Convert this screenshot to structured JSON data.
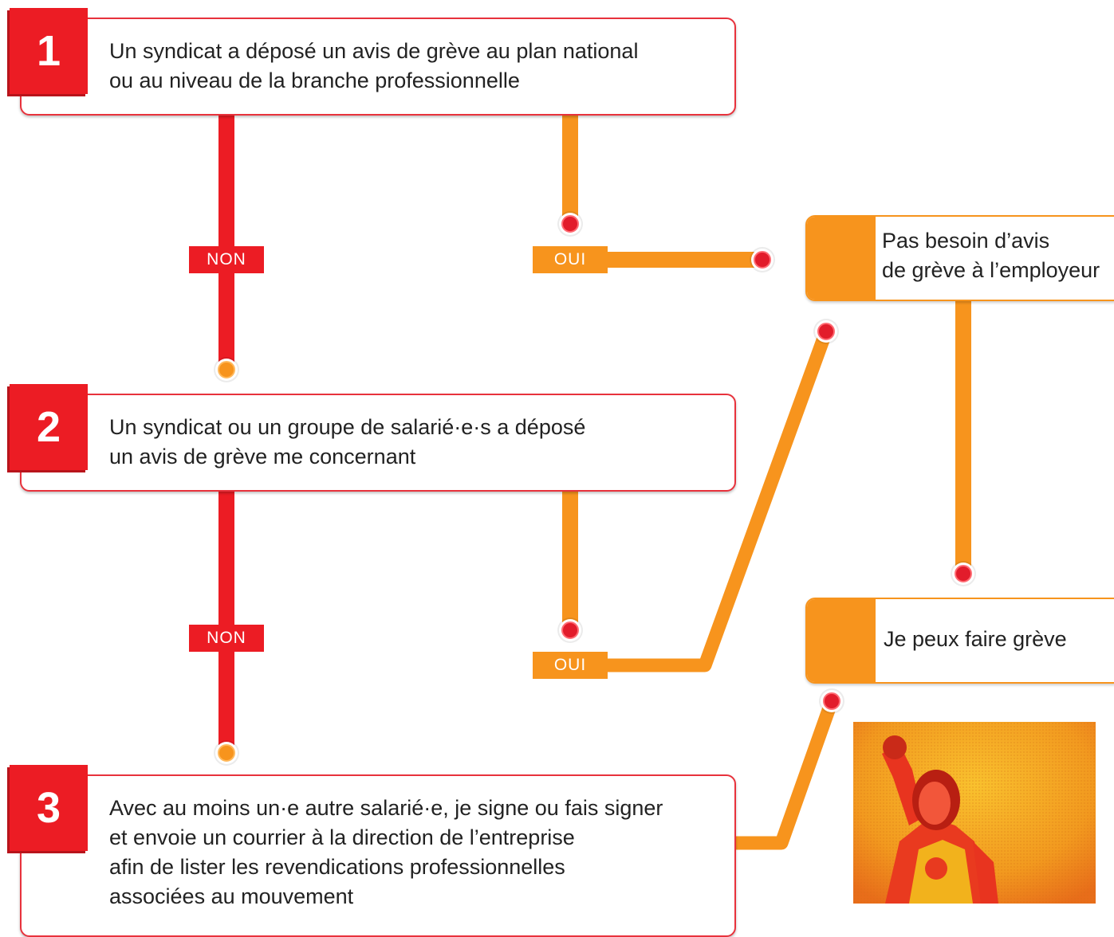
{
  "steps": [
    {
      "number": "1",
      "text": "Un syndicat a déposé un avis de grève au plan national\nou au niveau de la branche professionnelle"
    },
    {
      "number": "2",
      "text": "Un syndicat ou un groupe de salarié·e·s a déposé\nun avis de grève me concernant"
    },
    {
      "number": "3",
      "text": "Avec au moins un·e autre salarié·e, je signe ou fais signer\net envoie un courrier à la direction de l’entreprise\nafin de lister les revendications professionnelles\nassociées au mouvement"
    }
  ],
  "labels": {
    "no_1": "NON",
    "yes_1": "OUI",
    "no_2": "NON",
    "yes_2": "OUI"
  },
  "results": {
    "no_notice": "Pas besoin d’avis\nde grève à l’employeur",
    "can_strike": "Je peux faire grève"
  },
  "colors": {
    "red": "#ec1c24",
    "orange": "#f7941d"
  }
}
